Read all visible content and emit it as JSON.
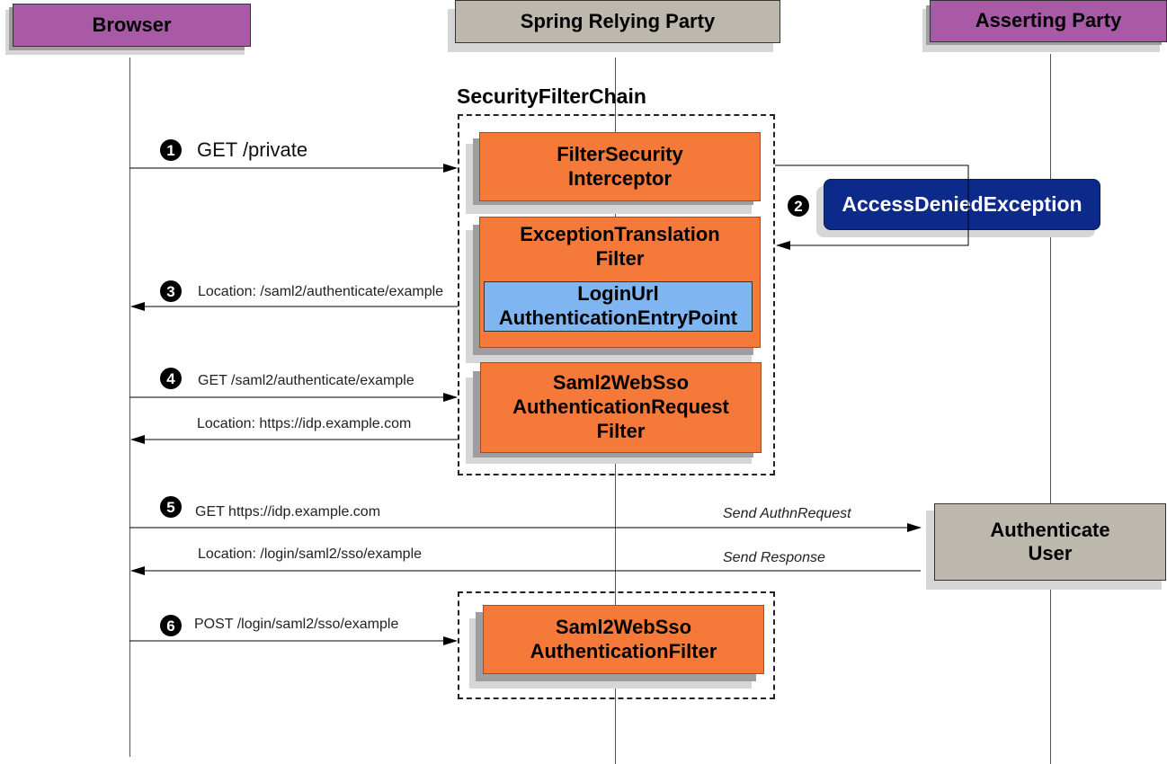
{
  "actors": {
    "browser": "Browser",
    "relying_party": "Spring Relying Party",
    "asserting_party": "Asserting Party"
  },
  "chain": {
    "title": "SecurityFilterChain"
  },
  "filters": {
    "filter_security_interceptor": [
      "FilterSecurity",
      "Interceptor"
    ],
    "exception_translation_filter": [
      "ExceptionTranslation",
      "Filter"
    ],
    "login_url_entry_point": [
      "LoginUrl",
      "AuthenticationEntryPoint"
    ],
    "saml2_request_filter": [
      "Saml2WebSso",
      "AuthenticationRequest",
      "Filter"
    ],
    "saml2_authentication_filter": [
      "Saml2WebSso",
      "AuthenticationFilter"
    ]
  },
  "exception": "AccessDeniedException",
  "authenticate_user": [
    "Authenticate",
    "User"
  ],
  "steps": {
    "s1": "1",
    "s2": "2",
    "s3": "3",
    "s4": "4",
    "s5": "5",
    "s6": "6"
  },
  "messages": {
    "get_private": "GET /private",
    "location_authenticate": "Location: /saml2/authenticate/example",
    "get_authenticate": "GET /saml2/authenticate/example",
    "location_idp": "Location: https://idp.example.com",
    "get_idp": "GET https://idp.example.com",
    "send_authn_request": "Send AuthnRequest",
    "location_sso": "Location: /login/saml2/sso/example",
    "send_response": "Send Response",
    "post_sso": "POST /login/saml2/sso/example"
  },
  "colors": {
    "actor_purple": "#a85aa6",
    "actor_gray": "#bdb8ad",
    "filter_orange": "#f57a3a",
    "entry_point_blue": "#7fb6f2",
    "exception_navy": "#0c2a8a"
  }
}
